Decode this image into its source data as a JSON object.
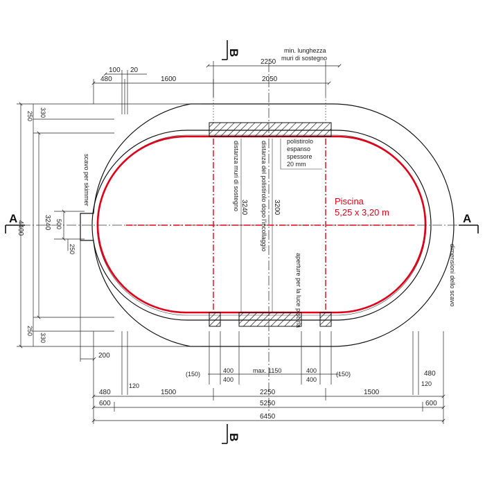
{
  "sections": {
    "a_left": "A",
    "a_right": "A",
    "b_top": "B",
    "b_bottom": "B"
  },
  "pool": {
    "name": "Piscina",
    "size": "5,25 x 3,20 m",
    "color": "#e0001a"
  },
  "notes": {
    "min_length_1": "min. lunghezza",
    "min_length_2": "muri di sostegno",
    "polystyrene_1": "polistirolo",
    "polystyrene_2": "espanso",
    "polystyrene_3": "spessore",
    "polystyrene_4": "20 mm",
    "skimmer": "scavo per skimmer",
    "walls_distance": "distanza muri di sostegno",
    "polystyrene_distance": "distanza del polistirolo dopo l'incollaggio",
    "light_openings": "aperture per la luce piscina",
    "excavation": "dimensioni dello scavo"
  },
  "dims": {
    "top_2250": "2250",
    "top_100": "100",
    "top_20": "20",
    "top_480": "480",
    "top_1600": "1600",
    "top_2050": "2050",
    "left_330_top": "330",
    "left_250_top": "250",
    "left_4400": "4400",
    "left_3240": "3240",
    "left_500": "500",
    "left_250_mid": "250",
    "left_250_bot": "250",
    "left_330_bot": "330",
    "inner_3240": "3240",
    "inner_3200": "3200",
    "bot_200": "200",
    "bot_150_l": "(150)",
    "bot_400_a": "400",
    "bot_1150": "max. 1150",
    "bot_400_b": "400",
    "bot_150_r": "(150)",
    "bot_400_c": "400",
    "bot_400_d": "400",
    "bot_480_l": "480",
    "bot_120_l": "120",
    "bot_480_r": "480",
    "bot_120_r": "120",
    "bot_1500_l": "1500",
    "bot_2250": "2250",
    "bot_1500_r": "1500",
    "bot_600_l": "600",
    "bot_5250": "5250",
    "bot_600_r": "600",
    "bot_6450": "6450"
  }
}
